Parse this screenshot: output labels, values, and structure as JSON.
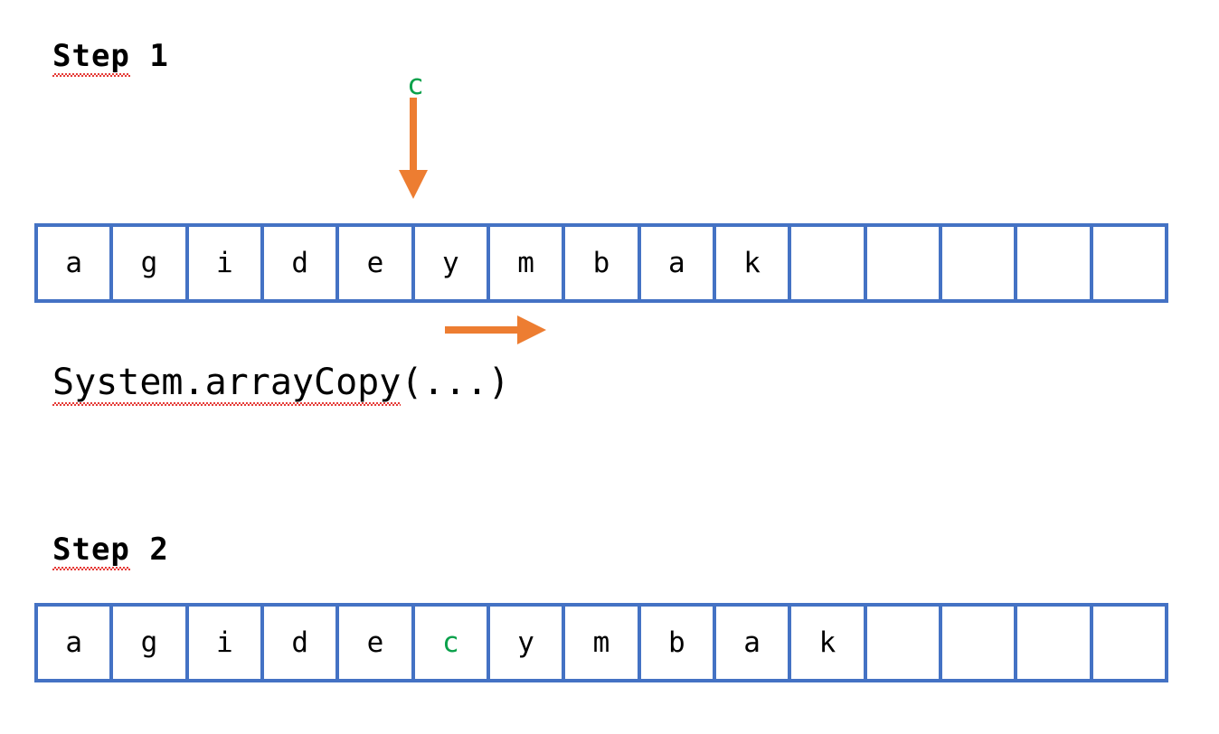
{
  "colors": {
    "array_border": "#4472C4",
    "arrow": "#ED7D31",
    "highlight_text": "#0BA14B",
    "text": "#000000",
    "spellcheck_underline": "#E53935",
    "background": "#FFFFFF"
  },
  "steps": [
    {
      "id": "step1",
      "heading_word": "Step",
      "heading_number": "1",
      "cells": [
        "a",
        "g",
        "i",
        "d",
        "e",
        "y",
        "m",
        "b",
        "a",
        "k",
        "",
        "",
        "",
        "",
        ""
      ],
      "cell_count": 15,
      "highlight_index": null,
      "caption": {
        "misspelled_part": "System.arrayCopy",
        "rest": "(...)",
        "full_text": "System.arrayCopy(...)"
      },
      "annotations": {
        "insert_value": "c",
        "insert_arrow_direction": "down",
        "insert_arrow_target_index": 5,
        "shift_arrow_direction": "right"
      }
    },
    {
      "id": "step2",
      "heading_word": "Step",
      "heading_number": "2",
      "cells": [
        "a",
        "g",
        "i",
        "d",
        "e",
        "c",
        "y",
        "m",
        "b",
        "a",
        "k",
        "",
        "",
        "",
        ""
      ],
      "cell_count": 15,
      "highlight_index": 5,
      "highlight_value": "c",
      "caption": null,
      "annotations": {}
    }
  ],
  "icons": {
    "arrow_down": "arrow-down-icon",
    "arrow_right": "arrow-right-icon"
  }
}
